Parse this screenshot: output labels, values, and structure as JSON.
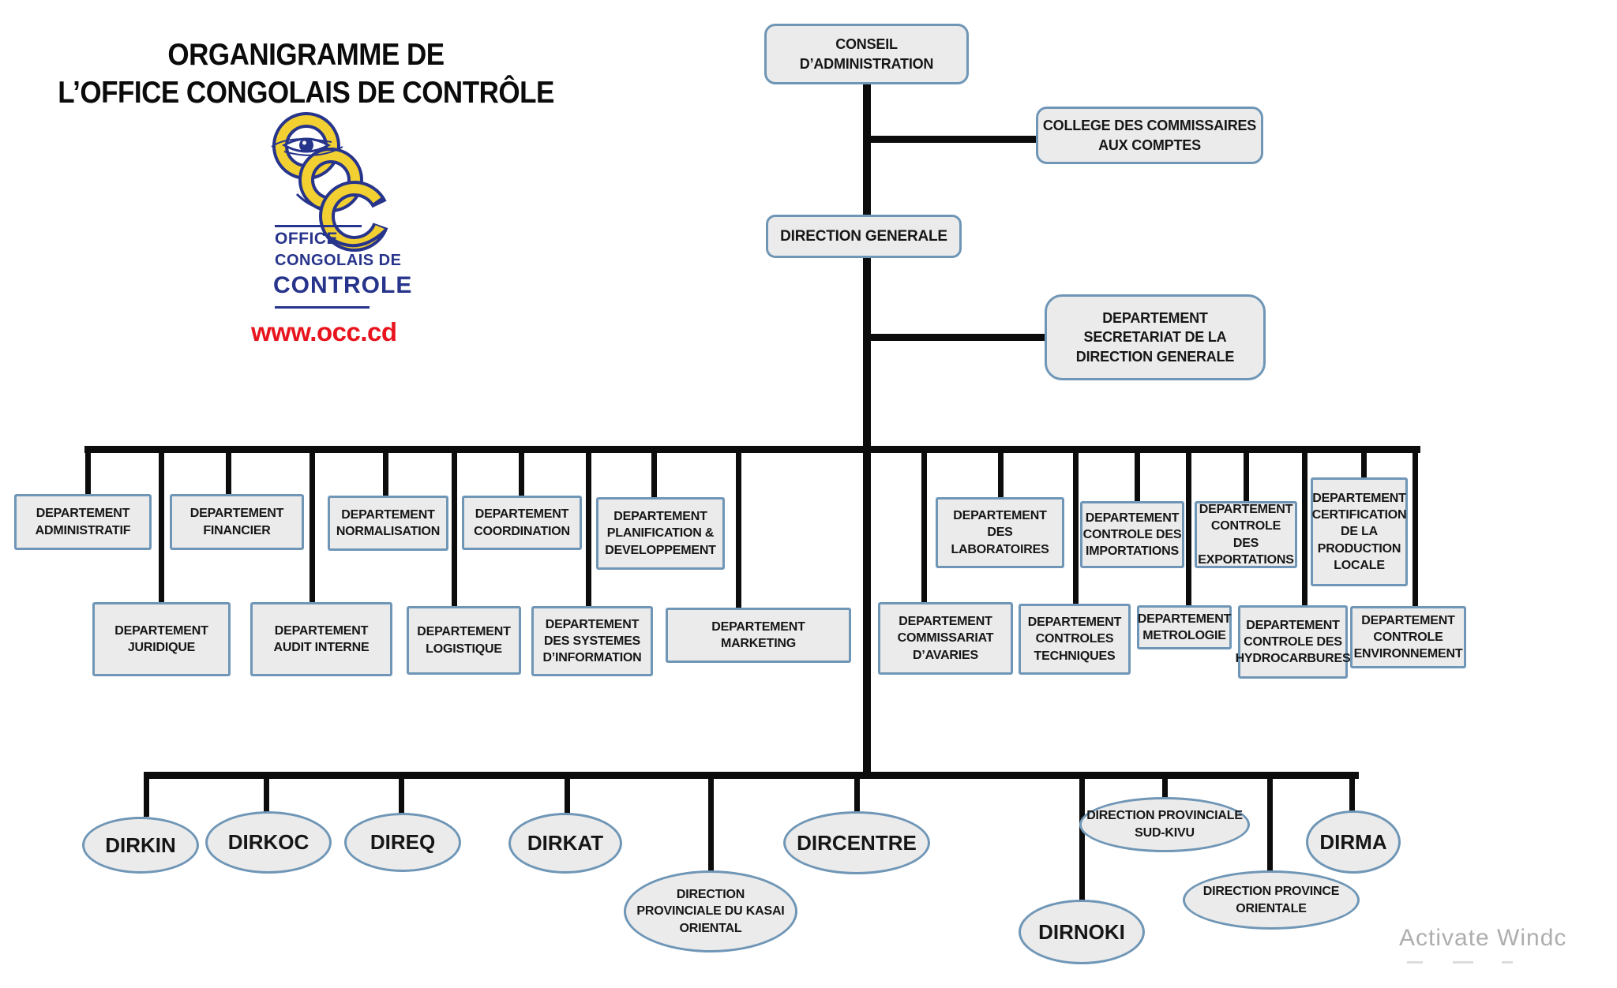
{
  "title": {
    "line1": "ORGANIGRAMME DE",
    "line2": "L’OFFICE CONGOLAIS DE CONTRÔLE"
  },
  "logo": {
    "org_line1": "OFFICE",
    "org_line2": "CONGOLAIS DE",
    "org_line3": "CONTROLE",
    "website": "www.occ.cd",
    "colors": {
      "navy": "#27348b",
      "yellow": "#f2d032",
      "red": "#e8141e"
    }
  },
  "chart": {
    "conseil": {
      "label": "CONSEIL\nD’ADMINISTRATION"
    },
    "college": {
      "label": "COLLEGE DES COMMISSAIRES\nAUX COMPTES"
    },
    "direction_generale": {
      "label": "DIRECTION  GENERALE"
    },
    "secretariat": {
      "label": "DEPARTEMENT\nSECRETARIAT DE LA\nDIRECTION GENERALE"
    },
    "departments_row1": [
      "DEPARTEMENT\nADMINISTRATIF",
      "DEPARTEMENT\nFINANCIER",
      "DEPARTEMENT\nNORMALISATION",
      "DEPARTEMENT\nCOORDINATION",
      "DEPARTEMENT\nPLANIFICATION &\nDEVELOPPEMENT",
      "DEPARTEMENT\nDES\nLABORATOIRES",
      "DEPARTEMENT\nCONTROLE DES\nIMPORTATIONS",
      "DEPARTEMENT\nCONTROLE DES\nEXPORTATIONS",
      "DEPARTEMENT\nCERTIFICATION\nDE LA\nPRODUCTION\nLOCALE"
    ],
    "departments_row2": [
      "DEPARTEMENT\nJURIDIQUE",
      "DEPARTEMENT\nAUDIT INTERNE",
      "DEPARTEMENT\nLOGISTIQUE",
      "DEPARTEMENT\nDES SYSTEMES\nD’INFORMATION",
      "DEPARTEMENT\nMARKETING",
      "DEPARTEMENT\nCOMMISSARIAT\nD’AVARIES",
      "DEPARTEMENT\nCONTROLES\nTECHNIQUES",
      "DEPARTEMENT\nMETROLOGIE",
      "DEPARTEMENT\nCONTROLE DES\nHYDROCARBURES",
      "DEPARTEMENT\nCONTROLE\nENVIRONNEMENT"
    ],
    "directions_row1": [
      "DIRKIN",
      "DIRKOC",
      "DIREQ",
      "DIRKAT",
      "DIRCENTRE",
      "DIRECTION PROVINCIALE\nSUD-KIVU",
      "DIRMA"
    ],
    "directions_row2": [
      "DIRECTION\nPROVINCIALE DU KASAI\nORIENTAL",
      "DIRNOKI",
      "DIRECTION  PROVINCE\nORIENTALE"
    ]
  },
  "watermark": {
    "text": "Activate Windc"
  }
}
